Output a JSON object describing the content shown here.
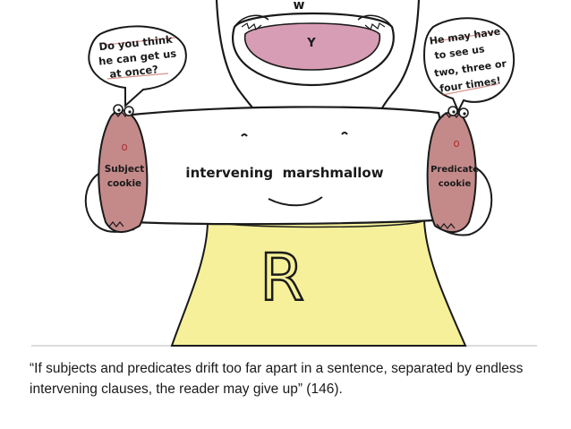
{
  "illustration": {
    "left_bubble_lines": [
      "Do you think",
      "he can get us",
      "at once?"
    ],
    "right_bubble_lines": [
      "He may have",
      "to see us",
      "two, three or",
      "four times!"
    ],
    "subject_cookie_lines": [
      "Subject",
      "cookie"
    ],
    "predicate_cookie_lines": [
      "Predicate",
      "cookie"
    ],
    "cookie_mouth_letter": "o",
    "marshmallow_label": "intervening  marshmallow",
    "uvula_letter": "Y",
    "nose_letter": "w",
    "shirt_letter": "R",
    "colors": {
      "mouth": "#d79db4",
      "cookie": "#c48a8a",
      "shirt": "#f6f09a",
      "ink": "#1a1a1a",
      "underline": "#b84a3a"
    }
  },
  "caption": "“If subjects and predicates drift too far apart in a sentence, separated by endless intervening clauses, the reader may give up” (146)."
}
